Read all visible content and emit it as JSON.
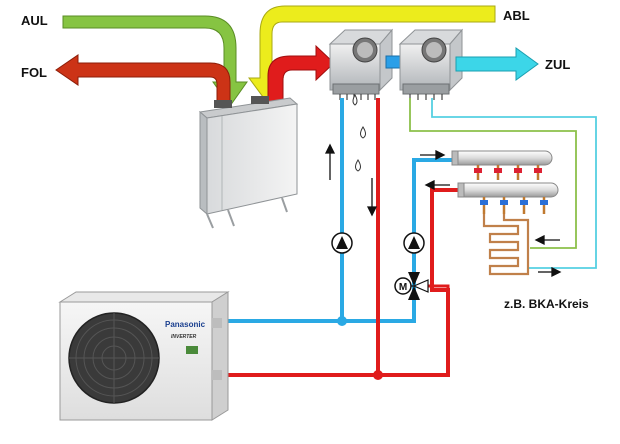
{
  "labels": {
    "aul": "AUL",
    "fol": "FOL",
    "abl": "ABL",
    "zul": "ZUL",
    "bka": "z.B. BKA-Kreis"
  },
  "outdoor_unit": {
    "brand": "Panasonic",
    "badge": "INVERTER"
  },
  "colors": {
    "aul_arrow": "#86c442",
    "fol_arrow": "#cc3316",
    "abl_arrow": "#ecec1c",
    "warm_supply_arrow": "#e01c1c",
    "zul_arrow": "#3cd6e8",
    "heat_pump_line": "#2aa9e4",
    "return_line": "#e01c1c",
    "coil_green_line": "#8cc04a",
    "coil_cyan_line": "#55d0e2"
  }
}
